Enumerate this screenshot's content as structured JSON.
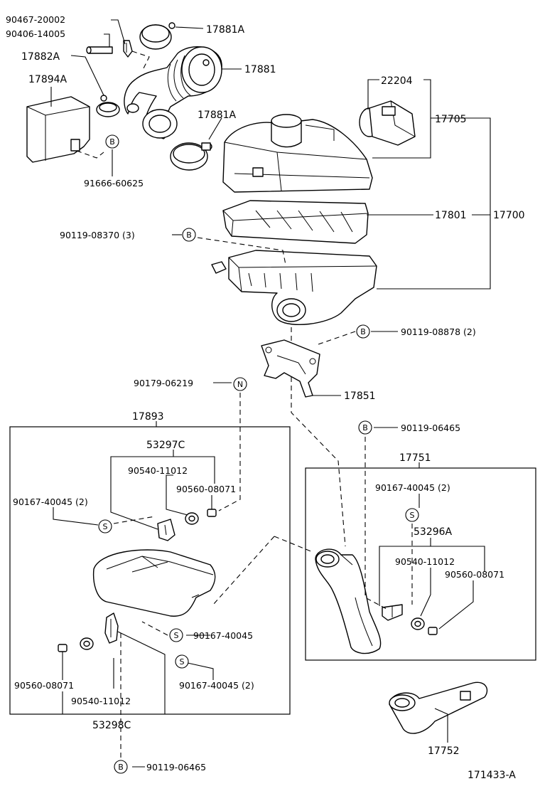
{
  "diagram_id": "171433-A",
  "symbols": {
    "bolt": "B",
    "screw": "S",
    "nut": "N"
  },
  "labels": {
    "p90467_20002": "90467-20002",
    "p90406_14005": "90406-14005",
    "p17881A_top": "17881A",
    "p17881": "17881",
    "p17882A": "17882A",
    "p17894A": "17894A",
    "p17881A_mid": "17881A",
    "p91666_60625": "91666-60625",
    "p22204": "22204",
    "p17705": "17705",
    "p17801": "17801",
    "p17700": "17700",
    "p90119_08370": "90119-08370 (3)",
    "p90119_08878": "90119-08878 (2)",
    "p17851": "17851",
    "p90179_06219": "90179-06219",
    "p17893": "17893",
    "p53297C": "53297C",
    "p90540_11012_a": "90540-11012",
    "p90560_08071_a": "90560-08071",
    "p90167_40045_2a": "90167-40045 (2)",
    "p90119_06465_a": "90119-06465",
    "p17751": "17751",
    "p90167_40045_2b": "90167-40045 (2)",
    "p53296A": "53296A",
    "p90540_11012_b": "90540-11012",
    "p90560_08071_b": "90560-08071",
    "p90167_40045": "90167-40045",
    "p90167_40045_2c": "90167-40045 (2)",
    "p90560_08071_c": "90560-08071",
    "p90540_11012_c": "90540-11012",
    "p53298C": "53298C",
    "p90119_06465_b": "90119-06465",
    "p17752": "17752"
  }
}
